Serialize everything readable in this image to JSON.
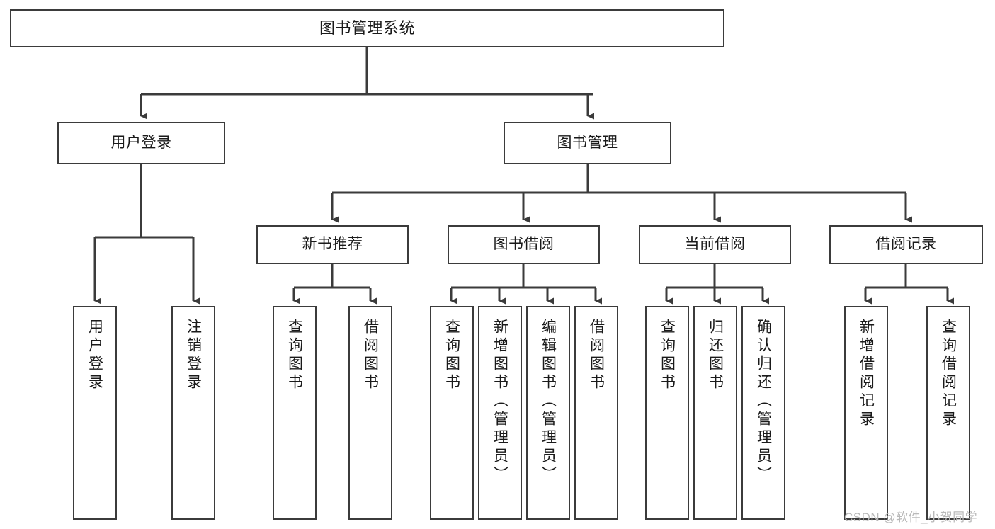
{
  "diagram": {
    "title": "图书管理系统",
    "watermark": "CSDN @软件_小贺同学",
    "colors": {
      "background": "#ffffff",
      "node_border": "#3b3b3b",
      "node_fill": "#ffffff",
      "edge": "#3b3b3b",
      "text": "#1a1a1a",
      "watermark": "#b9b9b9"
    },
    "root": {
      "label": "图书管理系统"
    },
    "level2": [
      {
        "label": "用户登录"
      },
      {
        "label": "图书管理"
      }
    ],
    "level3": [
      {
        "label": "新书推荐"
      },
      {
        "label": "图书借阅"
      },
      {
        "label": "当前借阅"
      },
      {
        "label": "借阅记录"
      }
    ],
    "leaves": {
      "user_login": [
        {
          "label": "用户登录"
        },
        {
          "label": "注销登录"
        }
      ],
      "new_book_recommend": [
        {
          "label": "查询图书"
        },
        {
          "label": "借阅图书"
        }
      ],
      "book_borrow": [
        {
          "label": "查询图书"
        },
        {
          "label": "新增图书（管理员）"
        },
        {
          "label": "编辑图书（管理员）"
        },
        {
          "label": "借阅图书"
        }
      ],
      "current_borrow": [
        {
          "label": "查询图书"
        },
        {
          "label": "归还图书"
        },
        {
          "label": "确认归还（管理员）"
        }
      ],
      "borrow_record": [
        {
          "label": "新增借阅记录"
        },
        {
          "label": "查询借阅记录"
        }
      ]
    }
  }
}
